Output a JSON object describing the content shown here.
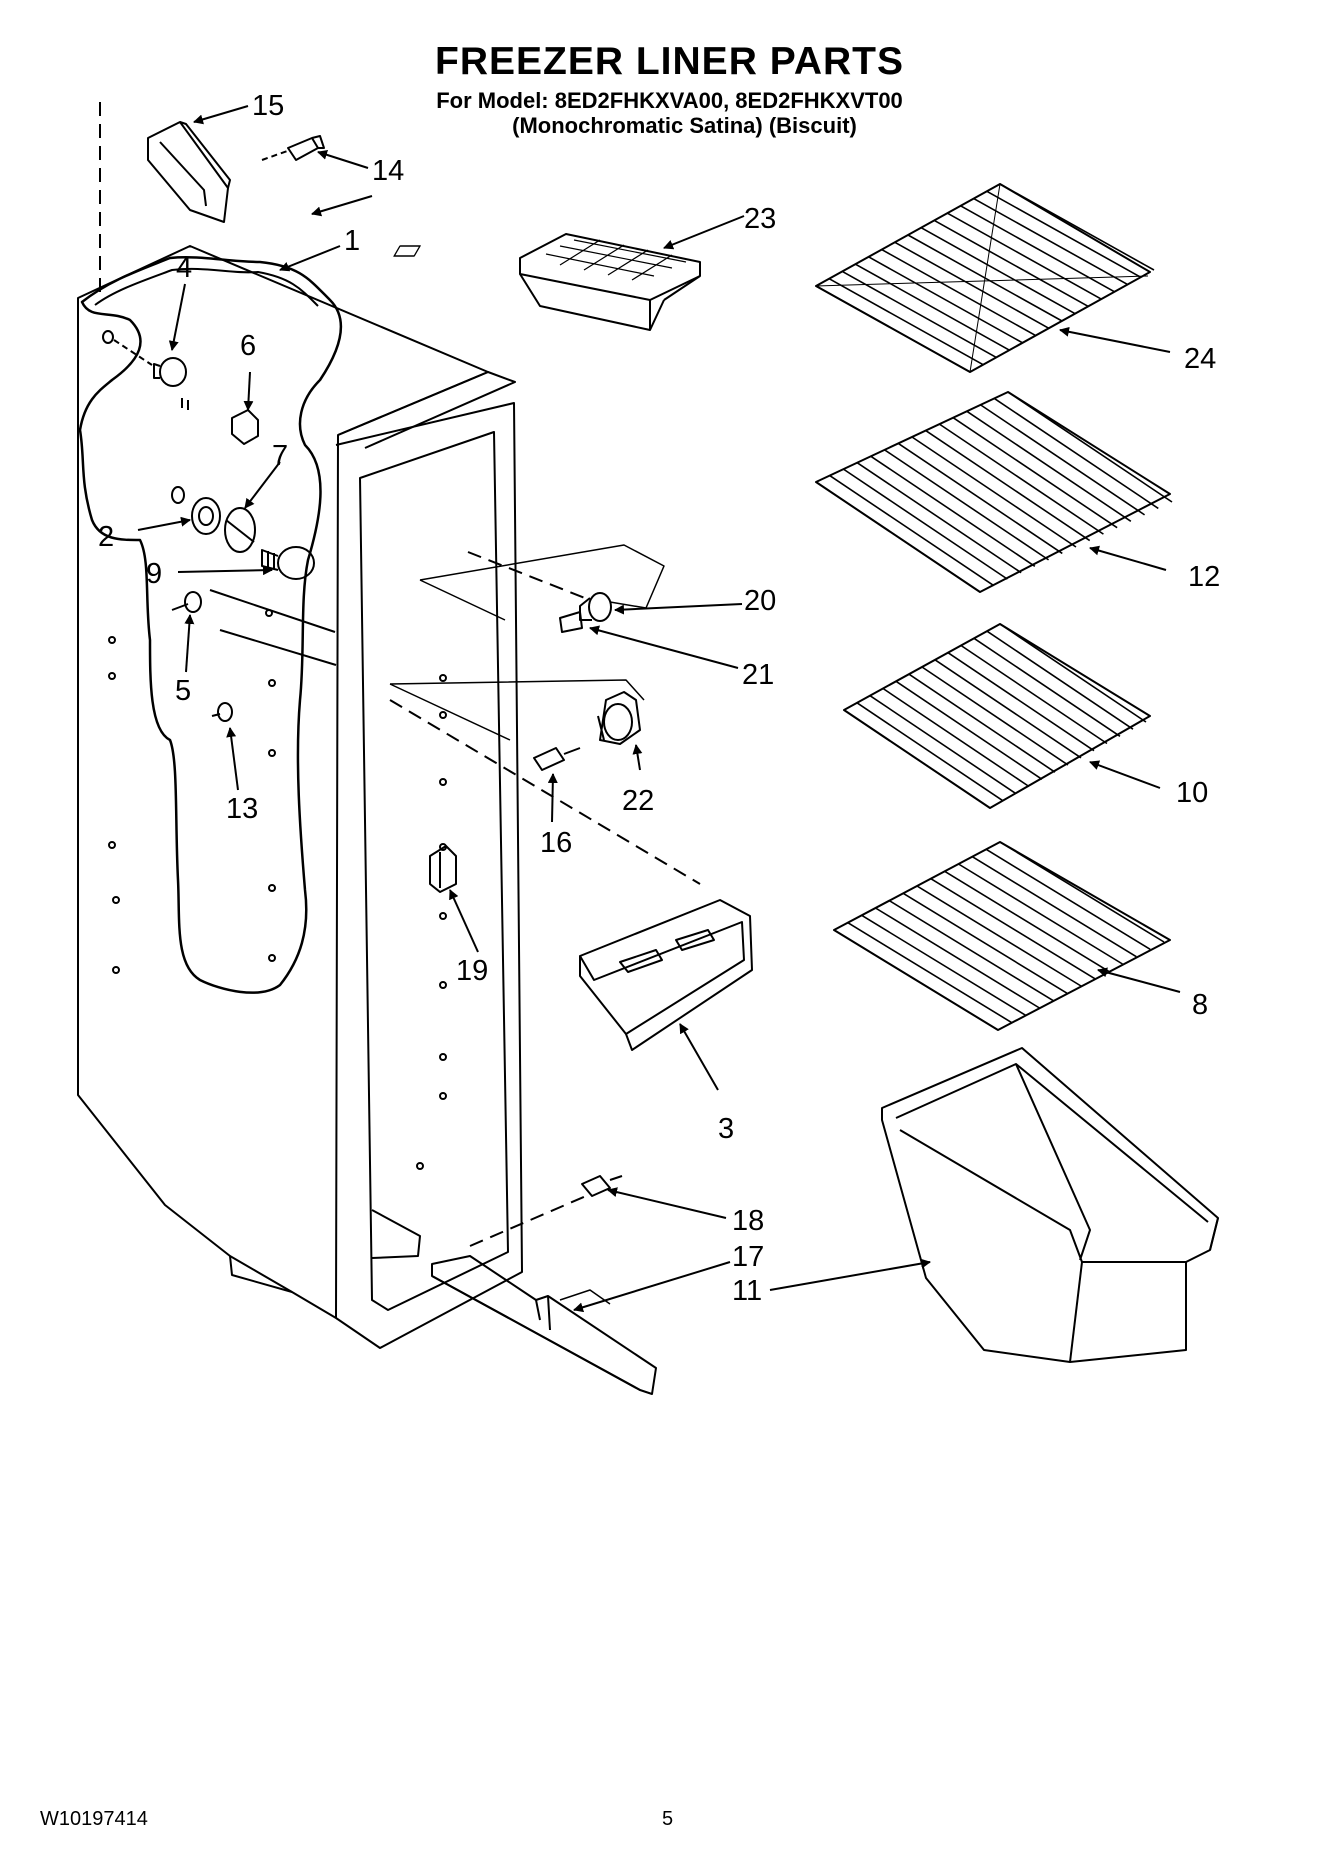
{
  "header": {
    "title": "FREEZER LINER PARTS",
    "model_line": "For Model: 8ED2FHKXVA00, 8ED2FHKXVT00",
    "color_line": "(Monochromatic Satina)  (Biscuit)"
  },
  "footer": {
    "doc_number": "W10197414",
    "page_number": "5"
  },
  "callouts": [
    "1",
    "2",
    "3",
    "4",
    "5",
    "6",
    "7",
    "8",
    "9",
    "10",
    "11",
    "12",
    "13",
    "14",
    "15",
    "16",
    "17",
    "18",
    "19",
    "20",
    "21",
    "22",
    "23",
    "24"
  ]
}
